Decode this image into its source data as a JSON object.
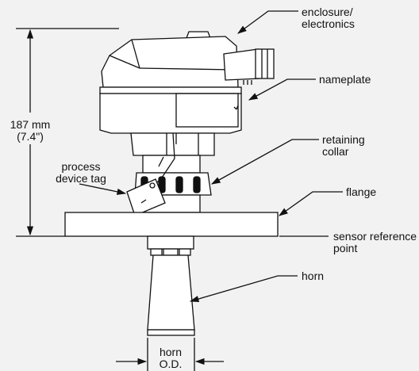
{
  "labels": {
    "enclosure": "enclosure/\nelectronics",
    "nameplate": "nameplate",
    "height": "187 mm\n(7.4\")",
    "retaining_collar": "retaining\ncollar",
    "process_tag": "process\ndevice tag",
    "flange": "flange",
    "sensor_ref": "sensor reference\npoint",
    "horn": "horn",
    "horn_od": "horn\nO.D."
  },
  "colors": {
    "background": "#f2f2f3",
    "ink": "#111111",
    "body_fill": "#ffffff"
  }
}
